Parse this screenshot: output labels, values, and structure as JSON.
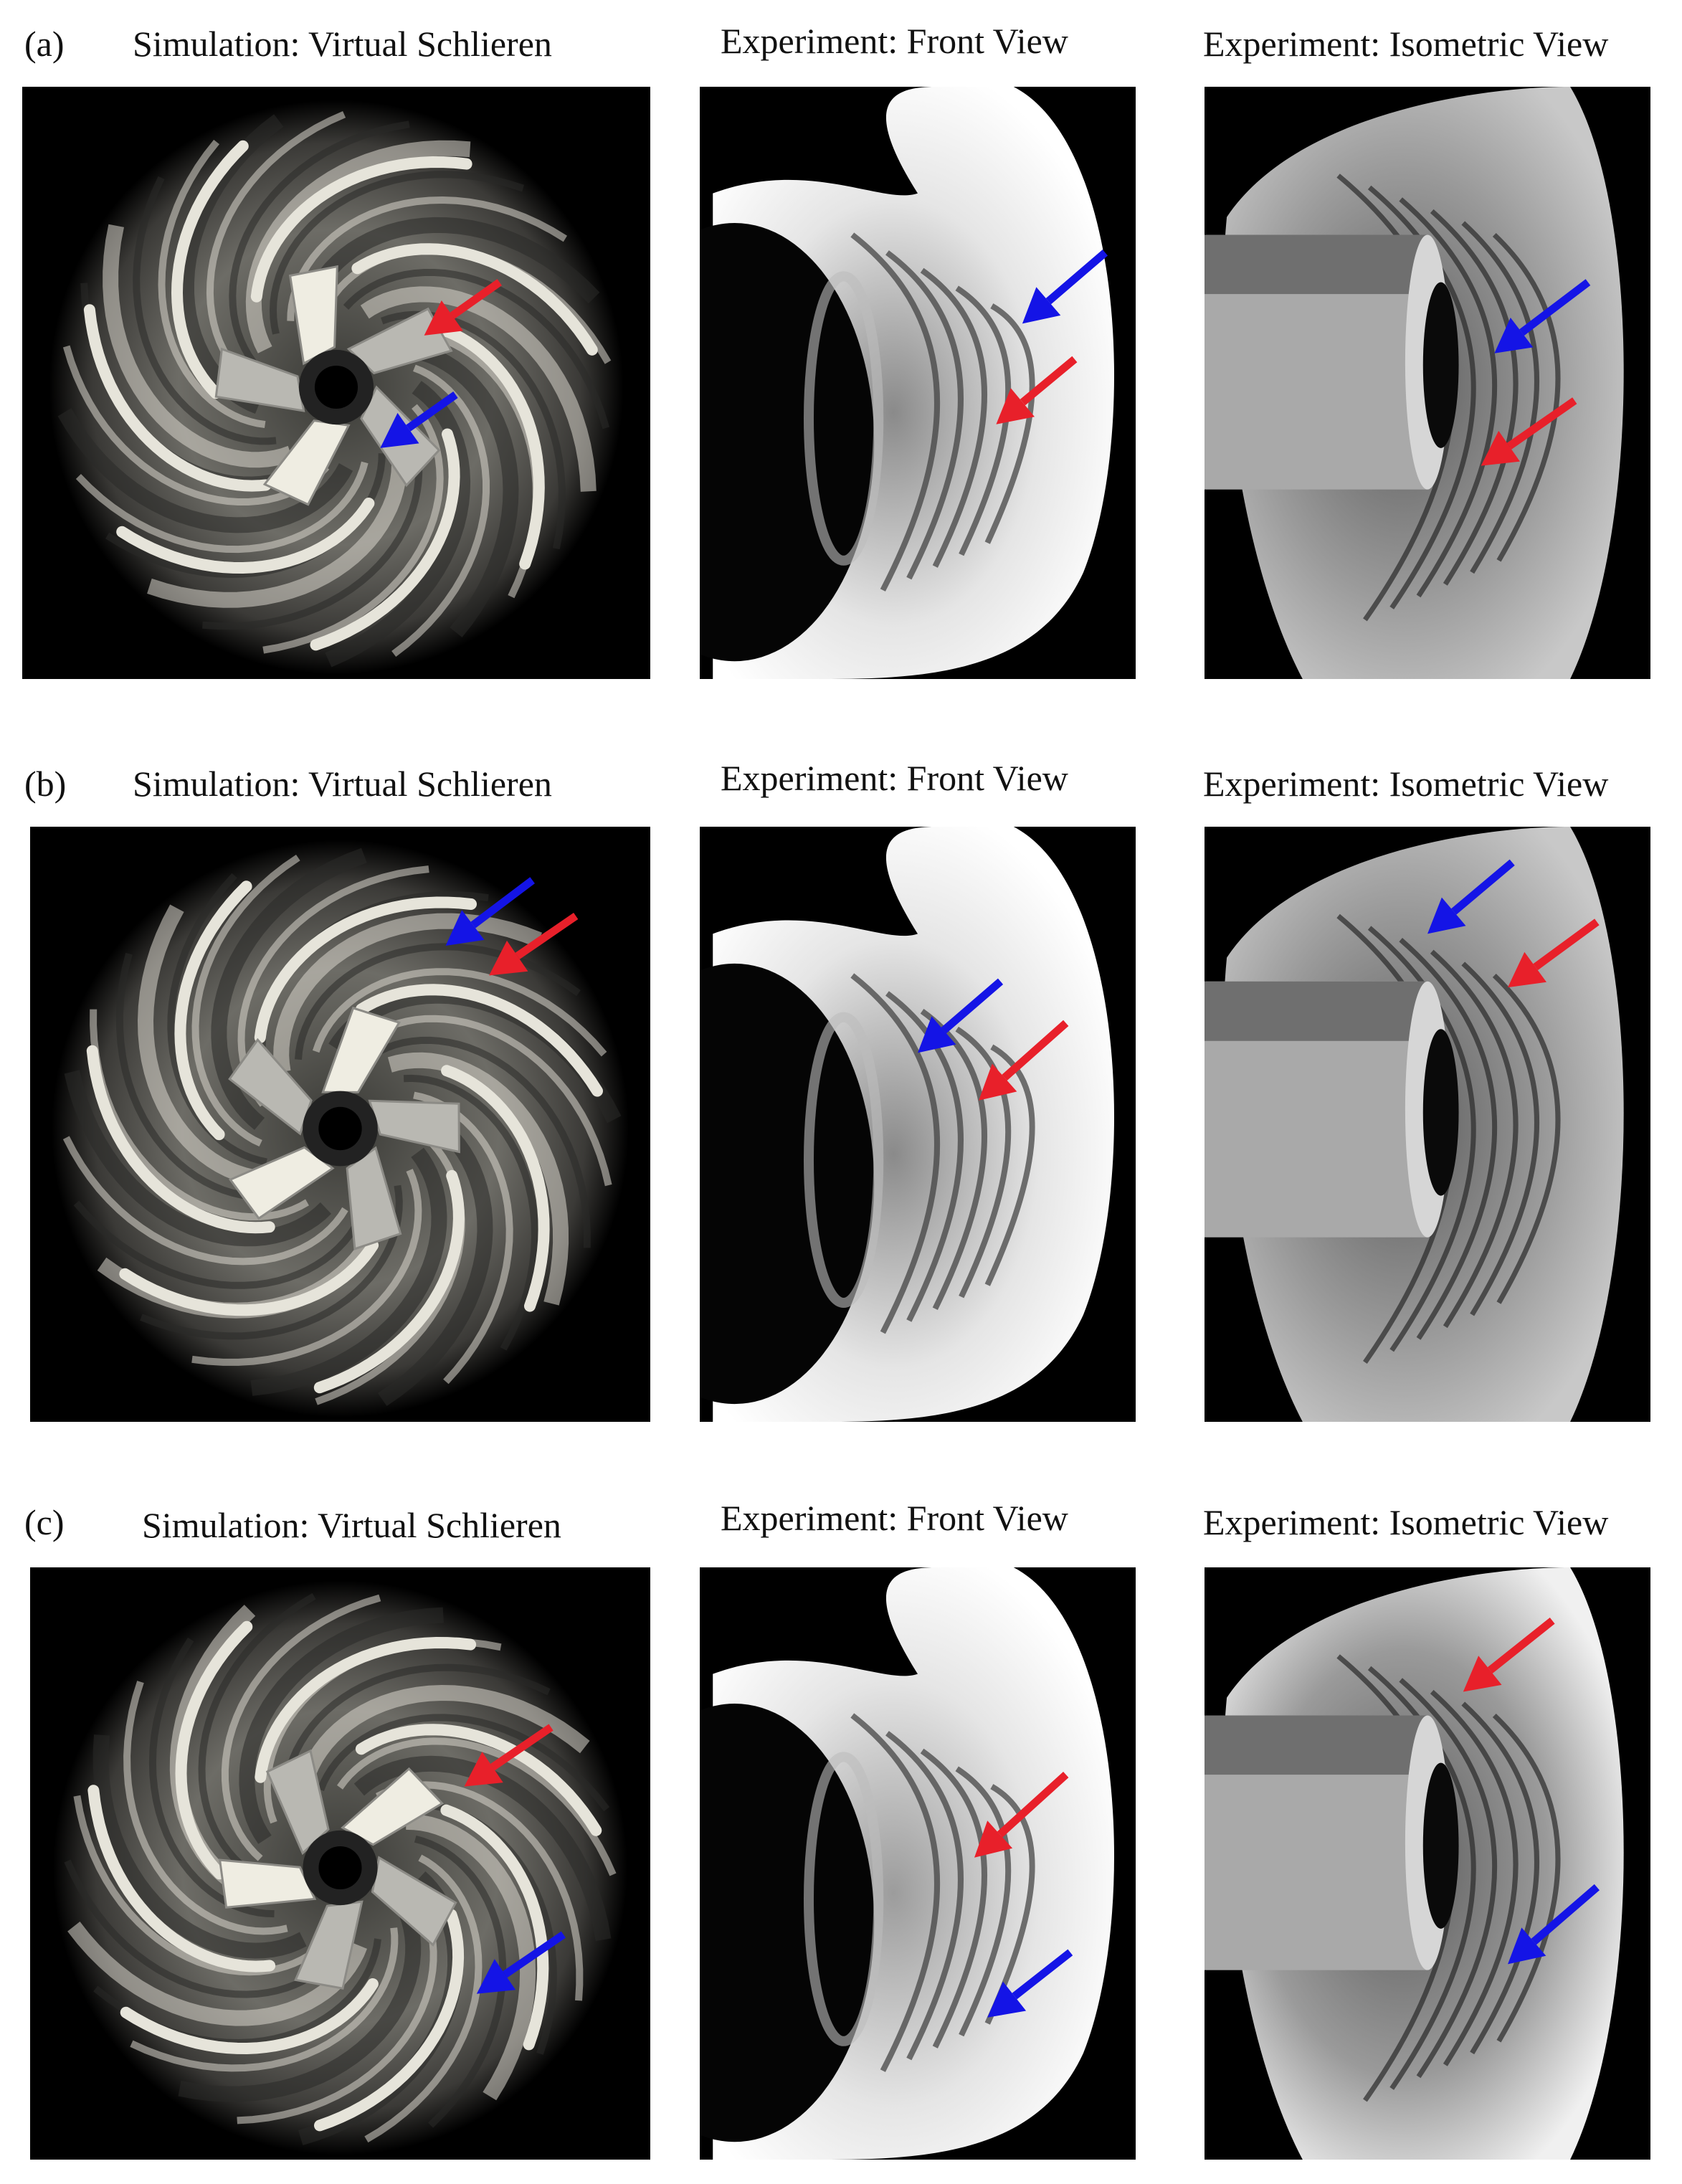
{
  "figure": {
    "rows": [
      {
        "letter": "(a)",
        "titles": [
          "Simulation: Virtual Schlieren",
          "Experiment: Front View",
          "Experiment: Isometric View"
        ]
      },
      {
        "letter": "(b)",
        "titles": [
          "Simulation: Virtual Schlieren",
          "Experiment: Front View",
          "Experiment: Isometric View"
        ]
      },
      {
        "letter": "(c)",
        "titles": [
          "Simulation: Virtual Schlieren",
          "Experiment: Front View",
          "Experiment: Isometric View"
        ]
      }
    ]
  },
  "colors": {
    "red_arrow": "#e8202a",
    "blue_arrow": "#1414e6",
    "panel_background": "#000000",
    "figure_background": "#ffffff"
  }
}
